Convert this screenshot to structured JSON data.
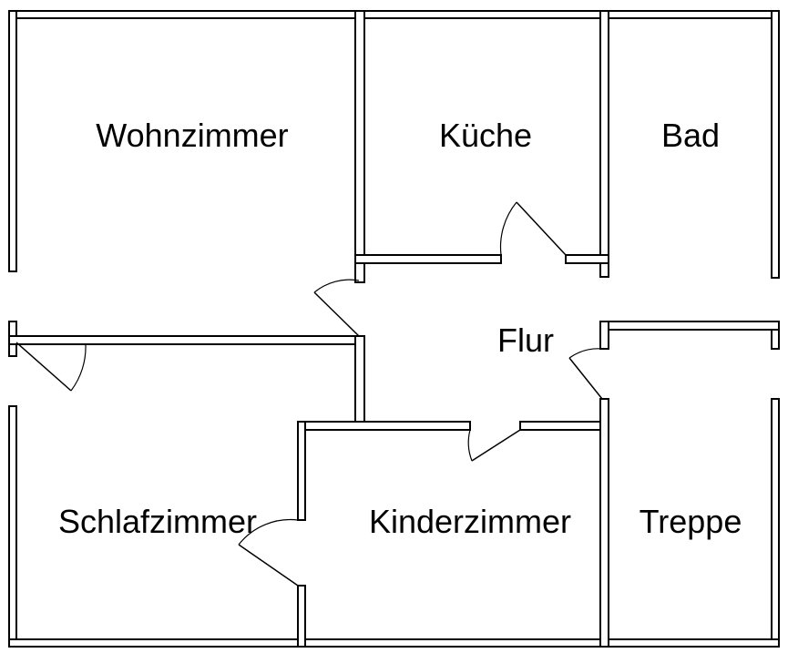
{
  "rooms": {
    "wohnzimmer": "Wohnzimmer",
    "kueche": "Küche",
    "bad": "Bad",
    "flur": "Flur",
    "schlafzimmer": "Schlafzimmer",
    "kinderzimmer": "Kinderzimmer",
    "treppe": "Treppe"
  },
  "colors": {
    "wall_fill": "#ffffff",
    "line": "#000000",
    "background": "#ffffff"
  }
}
